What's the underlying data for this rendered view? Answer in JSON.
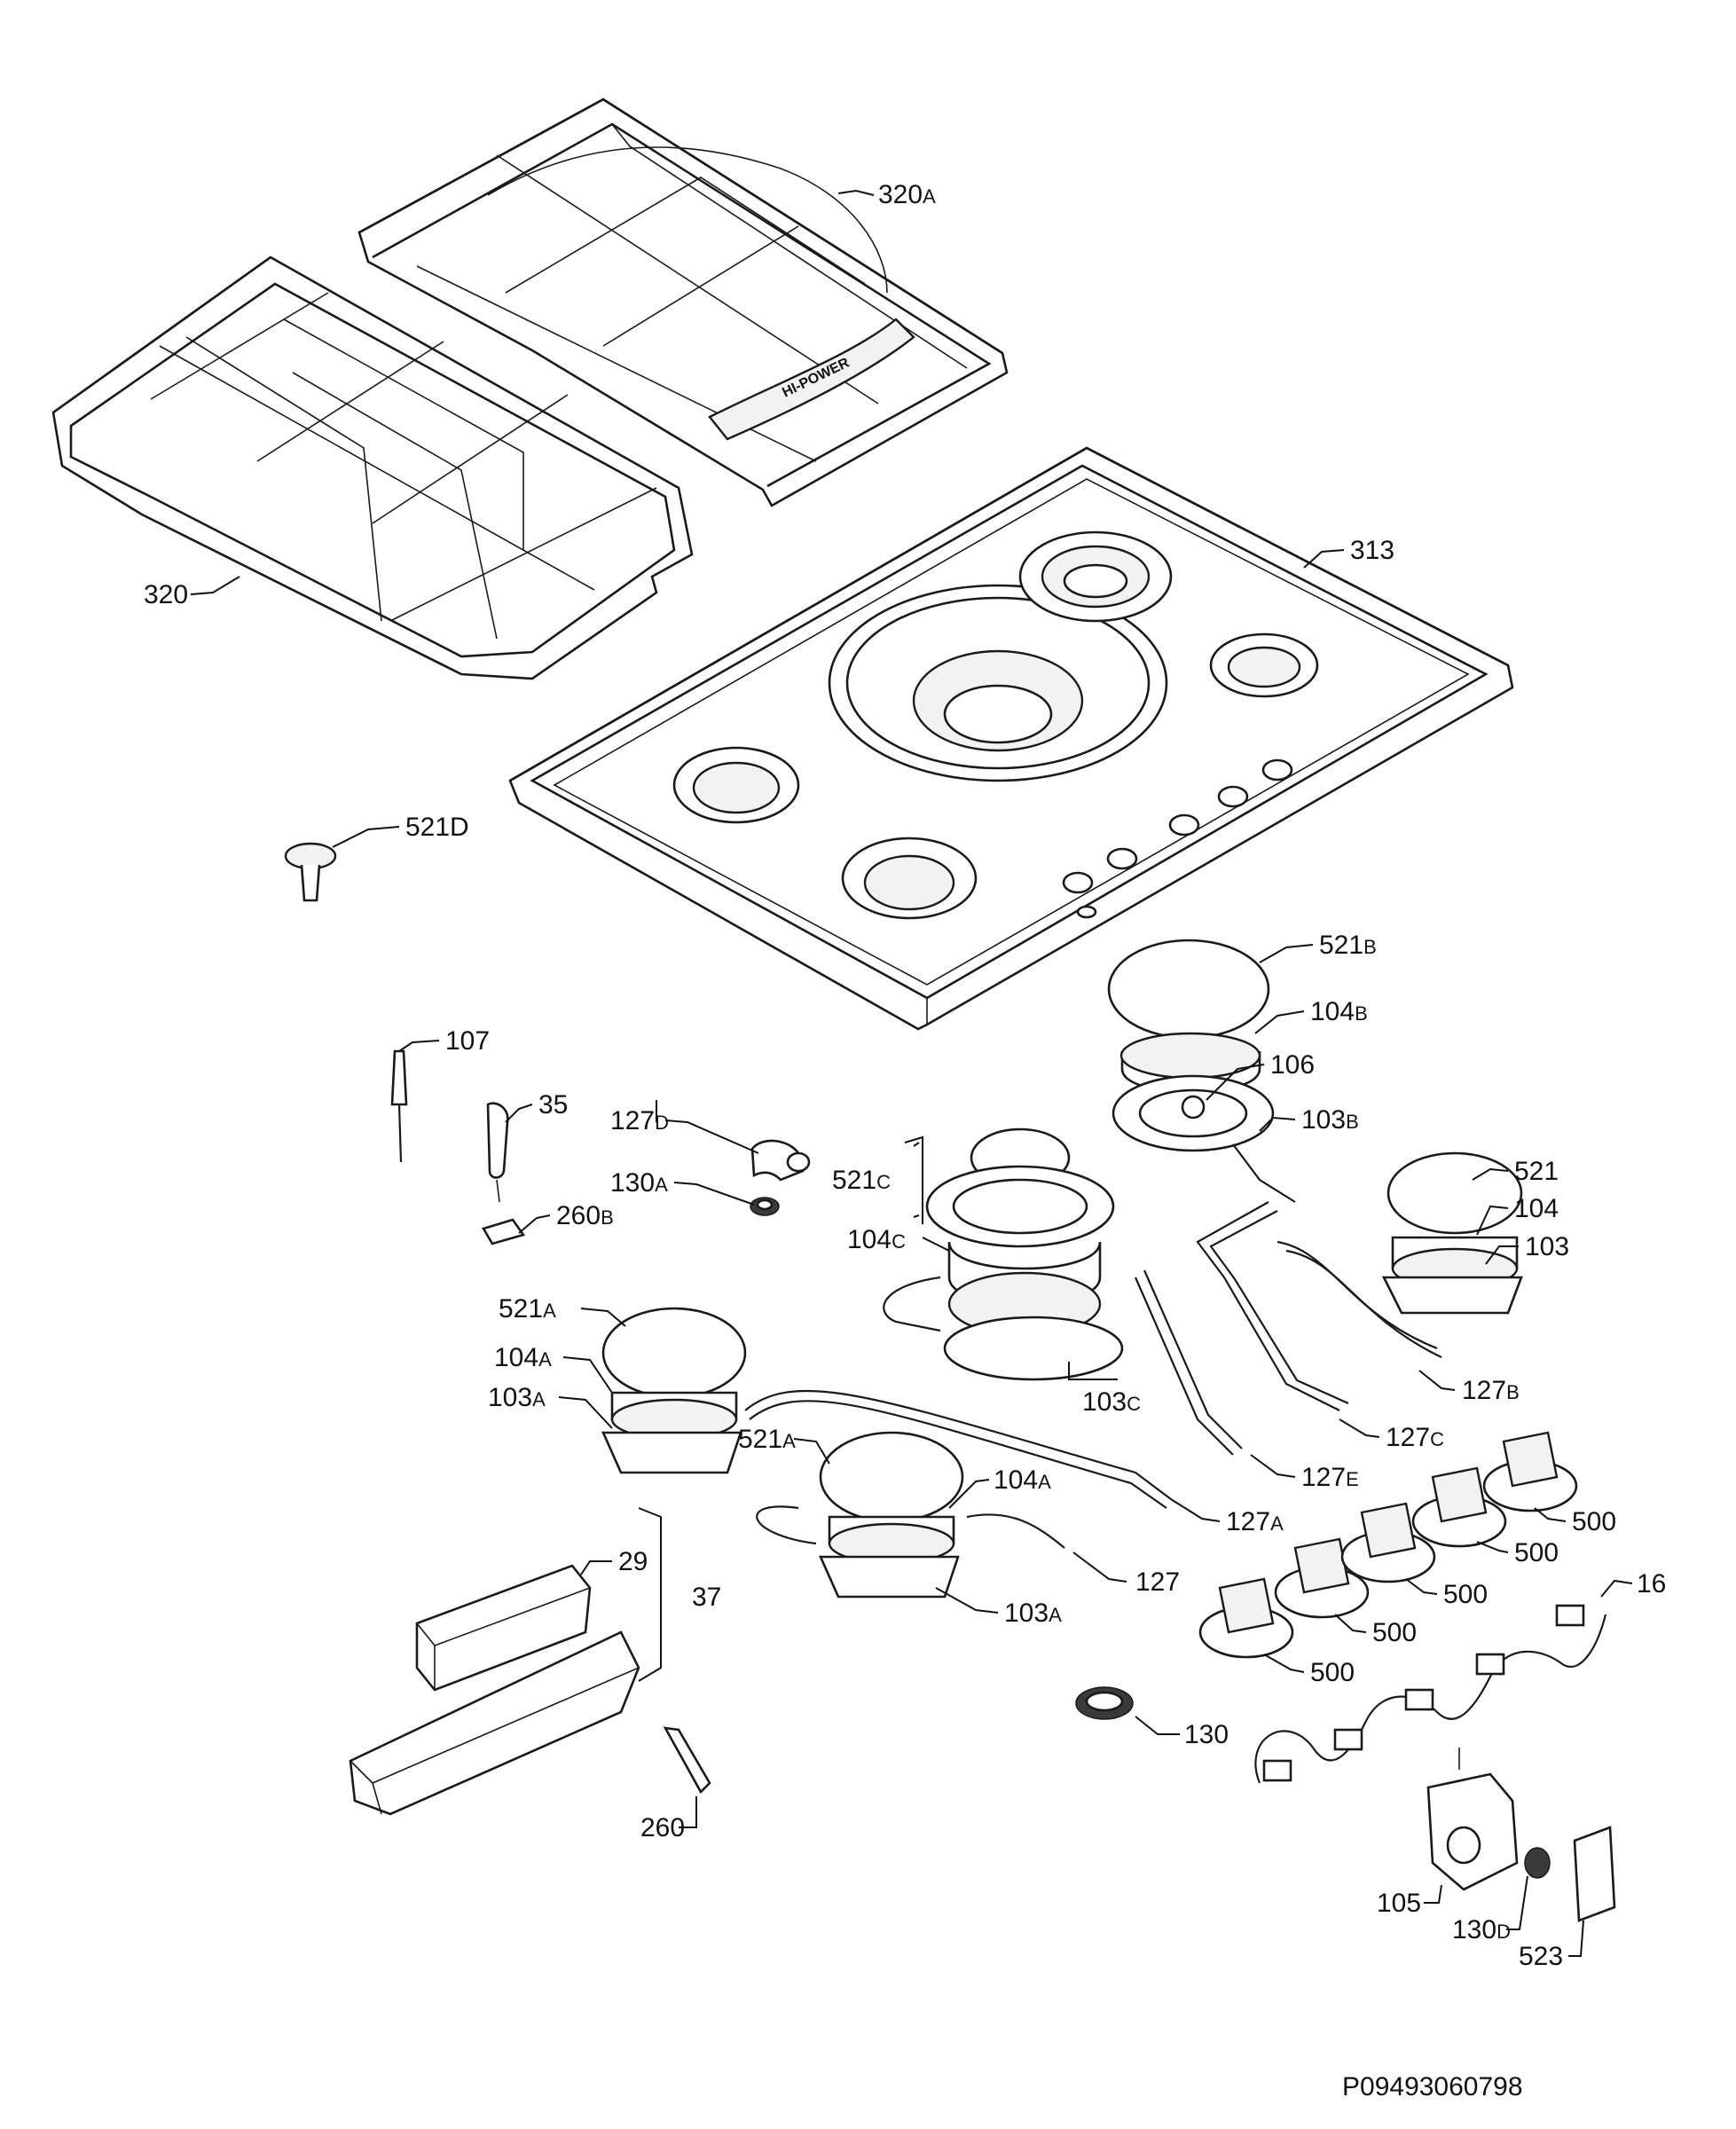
{
  "labels": {
    "l320a": {
      "main": "320",
      "sub": "A"
    },
    "l320": {
      "main": "320",
      "sub": ""
    },
    "l313": {
      "main": "313",
      "sub": ""
    },
    "l521d": {
      "main": "521D",
      "sub": ""
    },
    "l521b": {
      "main": "521",
      "sub": "B"
    },
    "l104b": {
      "main": "104",
      "sub": "B"
    },
    "l106": {
      "main": "106",
      "sub": ""
    },
    "l103b": {
      "main": "103",
      "sub": "B"
    },
    "l107": {
      "main": "107",
      "sub": ""
    },
    "l35": {
      "main": "35",
      "sub": ""
    },
    "l127d": {
      "main": "127",
      "sub": "D"
    },
    "l130a": {
      "main": "130",
      "sub": "A"
    },
    "l260b": {
      "main": "260",
      "sub": "B"
    },
    "l521c": {
      "main": "521",
      "sub": "C"
    },
    "l104c": {
      "main": "104",
      "sub": "C"
    },
    "l521": {
      "main": "521",
      "sub": ""
    },
    "l104": {
      "main": "104",
      "sub": ""
    },
    "l103": {
      "main": "103",
      "sub": ""
    },
    "l521a_1": {
      "main": "521",
      "sub": "A"
    },
    "l104a_1": {
      "main": "104",
      "sub": "A"
    },
    "l103a_1": {
      "main": "103",
      "sub": "A"
    },
    "l103c": {
      "main": "103",
      "sub": "C"
    },
    "l127b": {
      "main": "127",
      "sub": "B"
    },
    "l127c": {
      "main": "127",
      "sub": "C"
    },
    "l521a_2": {
      "main": "521",
      "sub": "A"
    },
    "l104a_2": {
      "main": "104",
      "sub": "A"
    },
    "l127e": {
      "main": "127",
      "sub": "E"
    },
    "l127a": {
      "main": "127",
      "sub": "A"
    },
    "l500_1": {
      "main": "500",
      "sub": ""
    },
    "l500_2": {
      "main": "500",
      "sub": ""
    },
    "l500_3": {
      "main": "500",
      "sub": ""
    },
    "l500_4": {
      "main": "500",
      "sub": ""
    },
    "l500_5": {
      "main": "500",
      "sub": ""
    },
    "l29": {
      "main": "29",
      "sub": ""
    },
    "l37": {
      "main": "37",
      "sub": ""
    },
    "l127": {
      "main": "127",
      "sub": ""
    },
    "l16": {
      "main": "16",
      "sub": ""
    },
    "l103a_2": {
      "main": "103",
      "sub": "A"
    },
    "l130": {
      "main": "130",
      "sub": ""
    },
    "l260": {
      "main": "260",
      "sub": ""
    },
    "l105": {
      "main": "105",
      "sub": ""
    },
    "l130d": {
      "main": "130",
      "sub": "D"
    },
    "l523": {
      "main": "523",
      "sub": ""
    }
  },
  "footer": {
    "code": "P09493060798"
  }
}
